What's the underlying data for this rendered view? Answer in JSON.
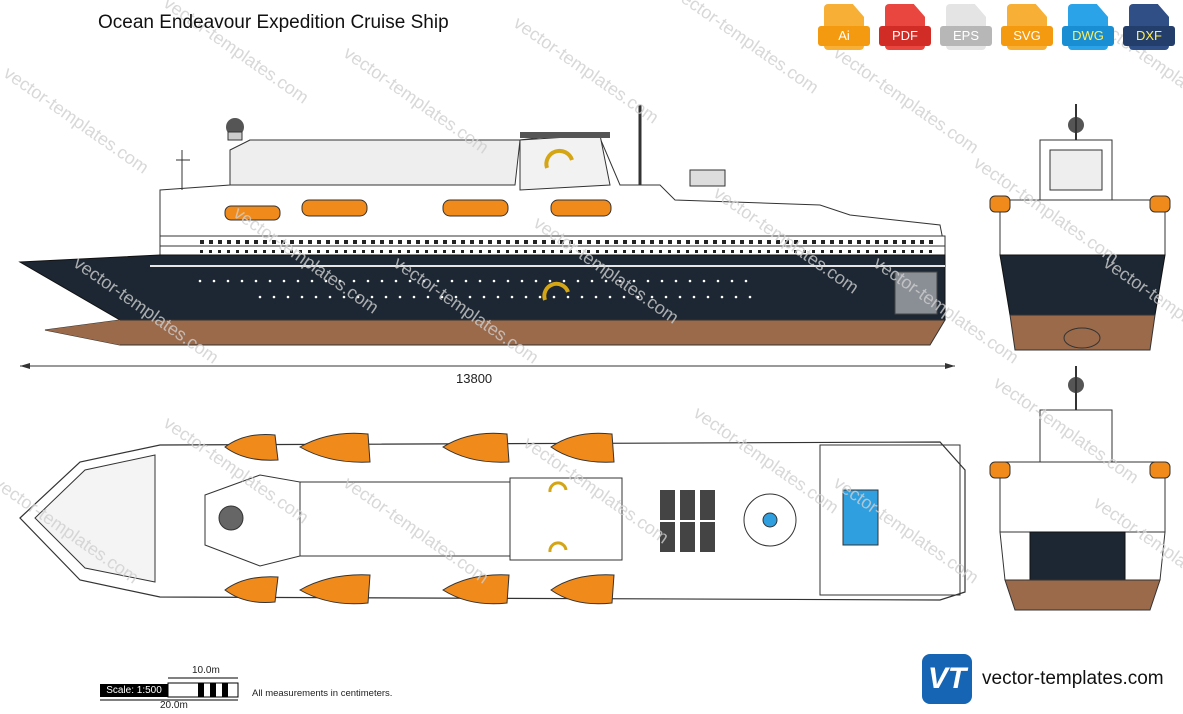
{
  "title": "Ocean Endeavour Expedition Cruise Ship",
  "formats": [
    {
      "label": "Ai",
      "icon": "ai-file-icon"
    },
    {
      "label": "PDF",
      "icon": "pdf-file-icon"
    },
    {
      "label": "EPS",
      "icon": "eps-file-icon"
    },
    {
      "label": "SVG",
      "icon": "svg-file-icon"
    },
    {
      "label": "DWG",
      "icon": "dwg-file-icon"
    },
    {
      "label": "DXF",
      "icon": "dxf-file-icon"
    }
  ],
  "watermark": "vector-templates.com",
  "dimension": "13800",
  "scale": {
    "label": "Scale: 1:500",
    "short": "10.0m",
    "long": "20.0m"
  },
  "note": "All measurements in centimeters.",
  "brand": {
    "logo": "VT",
    "name": "vector-templates.com"
  },
  "colors": {
    "hull": "#1c2733",
    "antifouling": "#9a6a4a",
    "lifeboat": "#f08a1a",
    "funnel_logo": "#d4a514",
    "pool": "#2f9fe0"
  }
}
